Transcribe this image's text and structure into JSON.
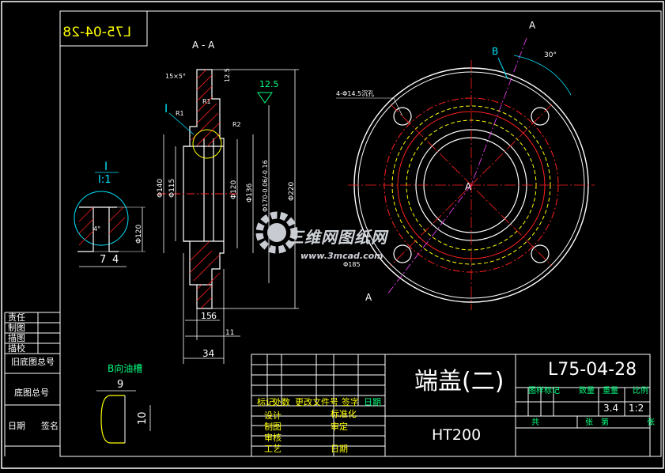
{
  "drawing": {
    "number": "L75-04-28",
    "number_mirrored": "L75-04-28",
    "part_name": "端盖(二)",
    "material": "HT200",
    "count": "3.4",
    "scale": "1:2"
  },
  "section": {
    "title": "A - A",
    "cut_marks": [
      "A",
      "A"
    ],
    "view_b": "B",
    "angle": "30°",
    "center": "A"
  },
  "detail": {
    "mark": "I",
    "mark2": "I",
    "scale": "I:1",
    "dims": [
      "7",
      "4",
      "Φ120",
      "4°"
    ]
  },
  "annotations": {
    "chamfer": "15×5°",
    "rough1": "12.5",
    "rough2": "12.5",
    "r1": "R1",
    "r1b": "R1",
    "r2": "R2",
    "holes": "4-Φ14.5沉孔",
    "pcd": "Φ185"
  },
  "dims_vertical": [
    "Φ140",
    "Φ115",
    "Φ120",
    "Φ136",
    "Φ170-0.06/-0.16",
    "Φ220"
  ],
  "dims_bottom": [
    "15",
    "6",
    "11",
    "34"
  ],
  "groove": {
    "title": "B向油槽",
    "width": "9",
    "height": "10"
  },
  "left_labels": [
    "责任",
    "制图",
    "描图",
    "描校",
    "旧底图总号",
    "底图总号",
    "日期",
    "签名"
  ],
  "title_block": {
    "row_labels": [
      "标记",
      "处数",
      "更改文件号",
      "签字",
      "日期"
    ],
    "sign_labels": [
      "设计",
      "制图",
      "审核",
      "工艺"
    ],
    "mid_labels": [
      "标准化",
      "审定",
      "日期"
    ],
    "right_headers": [
      "图样标记",
      "数量",
      "重量",
      "比例"
    ],
    "right_footer": [
      "共",
      "张",
      "第",
      "张"
    ]
  },
  "watermark": {
    "brand": "三维网图纸网",
    "url": "www.3mcad.com"
  }
}
